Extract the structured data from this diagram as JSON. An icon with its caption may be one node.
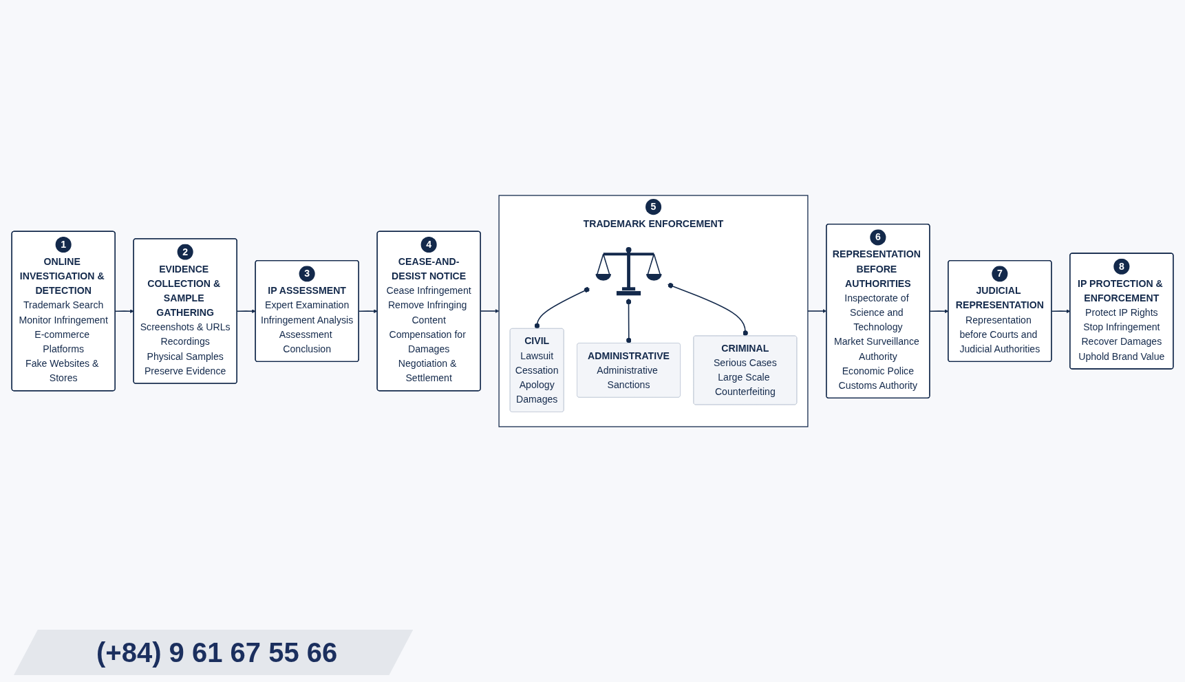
{
  "diagram": {
    "nodes": [
      {
        "text": [
          "1",
          "ONLINE INVESTIGATION & DETECTION",
          "Trademark Search",
          "Monitor Infringement",
          "E-commerce Platforms",
          "Fake Websites & Stores"
        ]
      },
      {
        "text": [
          "2",
          "EVIDENCE COLLECTION & SAMPLE GATHERING",
          "Screenshots & URLs",
          "Recordings",
          "Physical Samples",
          "Preserve Evidence"
        ]
      },
      {
        "text": [
          "3",
          "IP ASSESSMENT",
          "Expert Examination",
          "Infringement Analysis",
          "Assessment Conclusion"
        ]
      },
      {
        "text": [
          "4",
          "CEASE-AND-DESIST NOTICE",
          "Cease Infringement",
          "Remove Infringing Content",
          "Compensation for Damages",
          "Negotiation & Settlement"
        ]
      },
      {
        "text": [
          "5",
          "TRADEMARK ENFORCEMENT"
        ]
      },
      {
        "text": [],
        "shape": "picture",
        "in": 4
      },
      {
        "text": [
          "CIVIL",
          "Lawsuit",
          "Cessation",
          "Apology",
          "Damages"
        ],
        "in": 4
      },
      {
        "text": [
          "ADMINISTRATIVE",
          "Administrative Sanctions"
        ],
        "in": 4
      },
      {
        "text": [
          "CRIMINAL",
          "Serious Cases",
          "Large Scale Counterfeiting"
        ],
        "in": 4
      },
      {
        "text": [
          "6",
          "REPRESENTATION BEFORE AUTHORITIES",
          "Inspectorate of Science and Technology",
          "Market Surveillance Authority",
          "Economic Police",
          "Customs Authority"
        ]
      },
      {
        "text": [
          "7",
          "JUDICIAL REPRESENTATION",
          "Representation before Courts and Judicial Authorities"
        ]
      },
      {
        "text": [
          "8",
          "IP PROTECTION & ENFORCEMENT",
          "Protect IP Rights",
          "Stop Infringement",
          "Recover Damages",
          "Uphold Brand Value"
        ]
      }
    ],
    "edges": [
      {
        "from": 0,
        "to": 1,
        "arrow": "to"
      },
      {
        "from": 1,
        "to": 2,
        "arrow": "to"
      },
      {
        "from": 2,
        "to": 3,
        "arrow": "to"
      },
      {
        "from": 3,
        "to": 4,
        "arrow": "to"
      },
      {
        "from": 5,
        "to": 6,
        "arrow": "other"
      },
      {
        "from": 5,
        "to": 7,
        "arrow": "other"
      },
      {
        "from": 5,
        "to": 8,
        "arrow": "other"
      },
      {
        "from": 4,
        "to": 9,
        "arrow": "to"
      },
      {
        "from": 9,
        "to": 10,
        "arrow": "to"
      },
      {
        "from": 10,
        "to": 11,
        "arrow": "to"
      }
    ],
    "labels": [
      "(+84) 9 61 67 55 66"
    ]
  }
}
